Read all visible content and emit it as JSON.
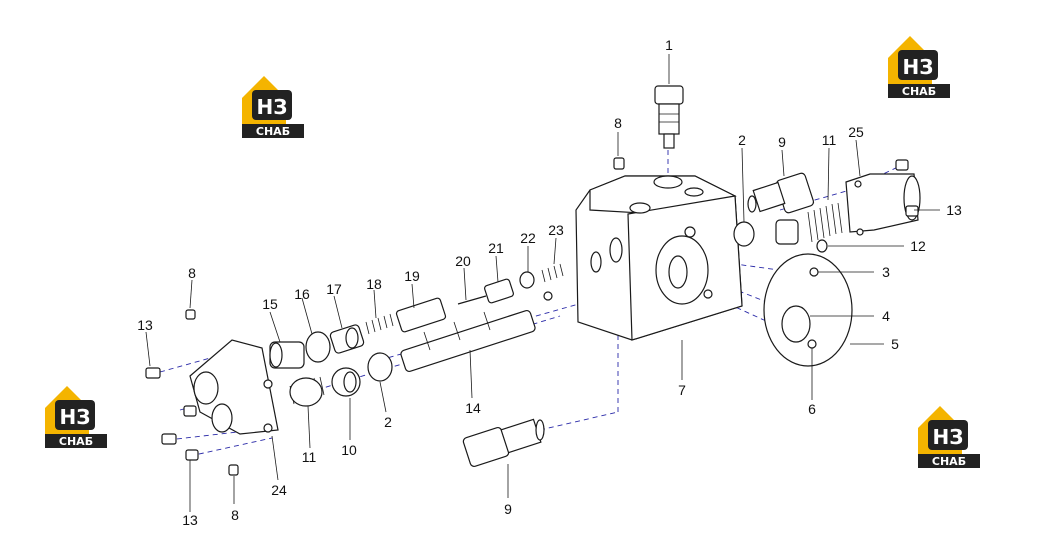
{
  "callouts": {
    "c1": "1",
    "c2a": "2",
    "c2b": "2",
    "c3": "3",
    "c4": "4",
    "c5": "5",
    "c6": "6",
    "c7": "7",
    "c8a": "8",
    "c8b": "8",
    "c8c": "8",
    "c9a": "9",
    "c9b": "9",
    "c10": "10",
    "c11a": "11",
    "c11b": "11",
    "c12": "12",
    "c13a": "13",
    "c13b": "13",
    "c13c": "13",
    "c14": "14",
    "c15": "15",
    "c16": "16",
    "c17": "17",
    "c18": "18",
    "c19": "19",
    "c20": "20",
    "c21": "21",
    "c22": "22",
    "c23": "23",
    "c24": "24",
    "c25": "25"
  },
  "logo": {
    "letters": "НЗ",
    "caption": "СНАБ",
    "color": "#f4b400"
  },
  "colors": {
    "leader_dash": "#2a2aa8"
  }
}
